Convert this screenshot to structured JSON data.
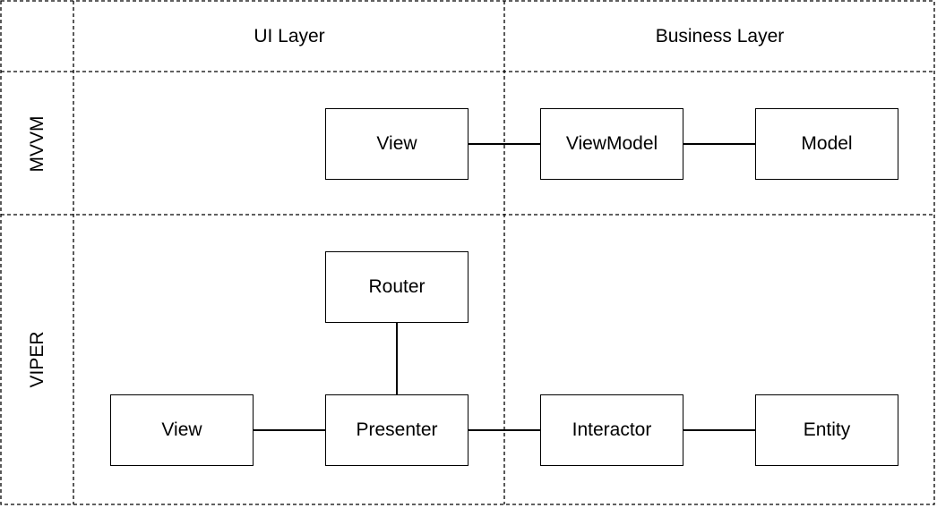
{
  "columns": {
    "ui_layer": "UI Layer",
    "business_layer": "Business Layer"
  },
  "rows": {
    "mvvm": "MVVM",
    "viper": "VIPER"
  },
  "mvvm": {
    "view": "View",
    "viewmodel": "ViewModel",
    "model": "Model"
  },
  "viper": {
    "router": "Router",
    "view": "View",
    "presenter": "Presenter",
    "interactor": "Interactor",
    "entity": "Entity"
  }
}
